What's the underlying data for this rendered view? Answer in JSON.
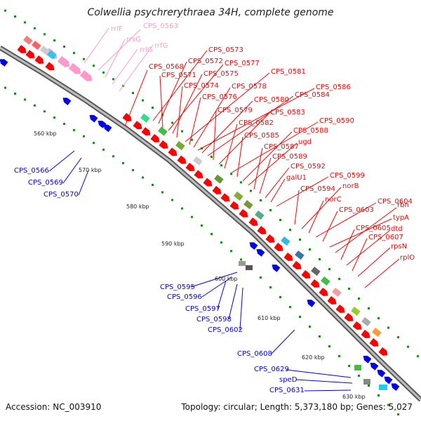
{
  "title": "Colwellia psychrerythraea 34H, complete genome",
  "footer": {
    "accession": "Accession: NC_003910",
    "summary": "Topology: circular; Length: 5,373,180 bp; Genes: 5,027"
  },
  "colors": {
    "forward": "#ff0000",
    "reverse": "#0000ee",
    "rna": "#ff99cc",
    "backbone": "#888888",
    "gc_dots": "#1a8a1a"
  },
  "kbp_ticks": [
    "560 kbp",
    "570 kbp",
    "580 kbp",
    "590 kbp",
    "600 kbp",
    "610 kbp",
    "620 kbp",
    "630 kbp"
  ],
  "rna_labels": [
    "rrlF",
    "CPS_0563",
    "rrsG",
    "rrlG",
    "rrfG"
  ],
  "forward_labels": [
    "CPS_0568",
    "CPS_0573",
    "CPS_0572",
    "CPS_0571",
    "CPS_0577",
    "CPS_0575",
    "CPS_0574",
    "CPS_0581",
    "CPS_0576",
    "CPS_0578",
    "CPS_0586",
    "CPS_0580",
    "CPS_0584",
    "CPS_0579",
    "CPS_0583",
    "CPS_0582",
    "CPS_0590",
    "CPS_0585",
    "CPS_0588",
    "ugd",
    "CPS_0587",
    "CPS_0589",
    "CPS_0592",
    "galU1",
    "CPS_0599",
    "CPS_0594",
    "norB",
    "norC",
    "CPS_0604",
    "CPS_0603",
    "typA",
    "rbn",
    "CPS_0605",
    "dtd",
    "CPS_0607",
    "rpsN",
    "rplO"
  ],
  "reverse_labels": [
    "CPS_0566",
    "CPS_0569",
    "CPS_0570",
    "CPS_0595",
    "CPS_0596",
    "CPS_0597",
    "CPS_0598",
    "CPS_0602",
    "CPS_0608",
    "CPS_0629",
    "speD",
    "CPS_0631"
  ]
}
